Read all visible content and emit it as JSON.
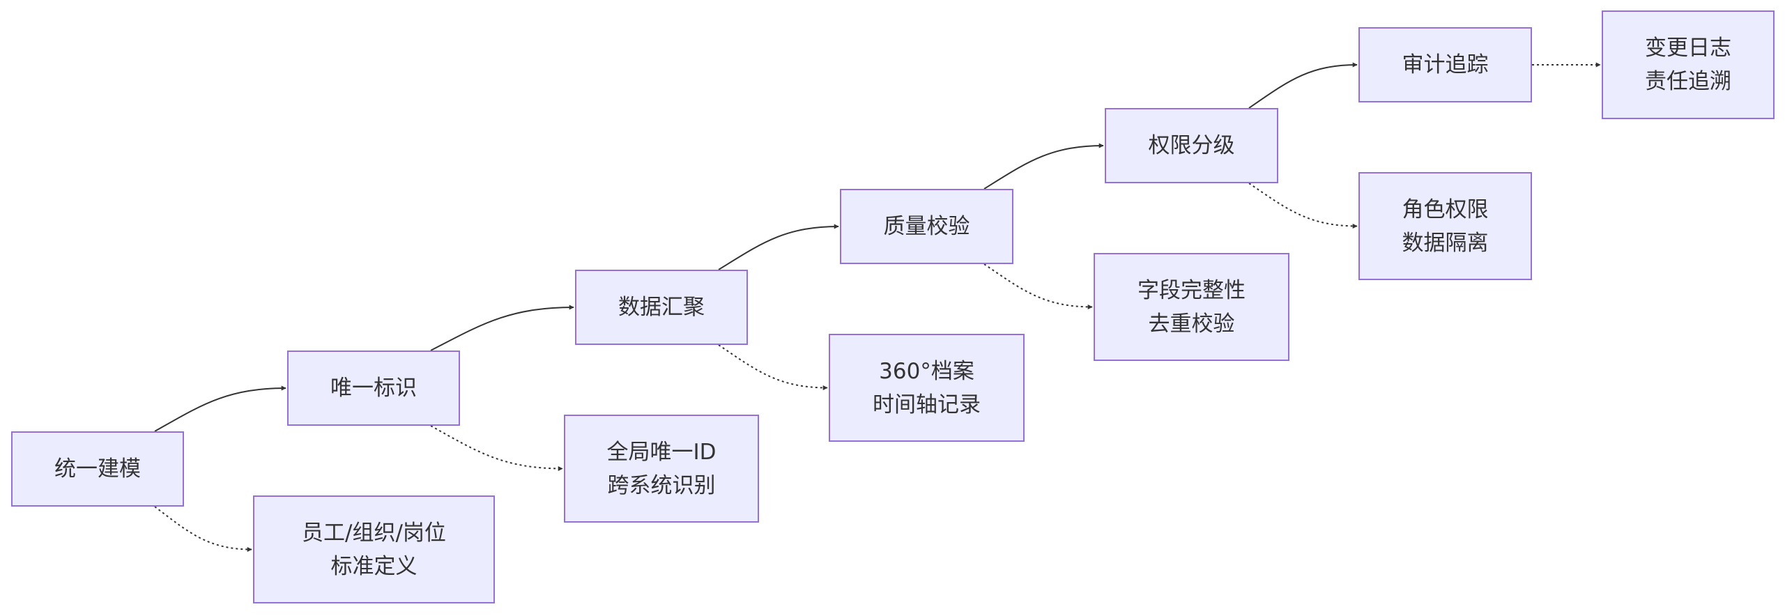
{
  "nodes": {
    "model": {
      "lines": [
        "统一建模"
      ]
    },
    "std": {
      "lines": [
        "员工/组织/岗位",
        "标准定义"
      ]
    },
    "uid": {
      "lines": [
        "唯一标识"
      ]
    },
    "gid": {
      "lines": [
        "全局唯一ID",
        "跨系统识别"
      ]
    },
    "agg": {
      "lines": [
        "数据汇聚"
      ]
    },
    "profile": {
      "lines": [
        "360°档案",
        "时间轴记录"
      ]
    },
    "quality": {
      "lines": [
        "质量校验"
      ]
    },
    "fields": {
      "lines": [
        "字段完整性",
        "去重校验"
      ]
    },
    "perm": {
      "lines": [
        "权限分级"
      ]
    },
    "role": {
      "lines": [
        "角色权限",
        "数据隔离"
      ]
    },
    "audit": {
      "lines": [
        "审计追踪"
      ]
    },
    "log": {
      "lines": [
        "变更日志",
        "责任追溯"
      ]
    }
  },
  "edges": [
    {
      "from": "model",
      "to": "uid",
      "style": "solid"
    },
    {
      "from": "model",
      "to": "std",
      "style": "dotted"
    },
    {
      "from": "uid",
      "to": "agg",
      "style": "solid"
    },
    {
      "from": "uid",
      "to": "gid",
      "style": "dotted"
    },
    {
      "from": "agg",
      "to": "quality",
      "style": "solid"
    },
    {
      "from": "agg",
      "to": "profile",
      "style": "dotted"
    },
    {
      "from": "quality",
      "to": "perm",
      "style": "solid"
    },
    {
      "from": "quality",
      "to": "fields",
      "style": "dotted"
    },
    {
      "from": "perm",
      "to": "audit",
      "style": "solid"
    },
    {
      "from": "perm",
      "to": "role",
      "style": "dotted"
    },
    {
      "from": "audit",
      "to": "log",
      "style": "dotted"
    }
  ],
  "colors": {
    "node_fill": "#ECECFF",
    "node_border": "#9370DB",
    "text": "#333333",
    "edge": "#333333"
  }
}
